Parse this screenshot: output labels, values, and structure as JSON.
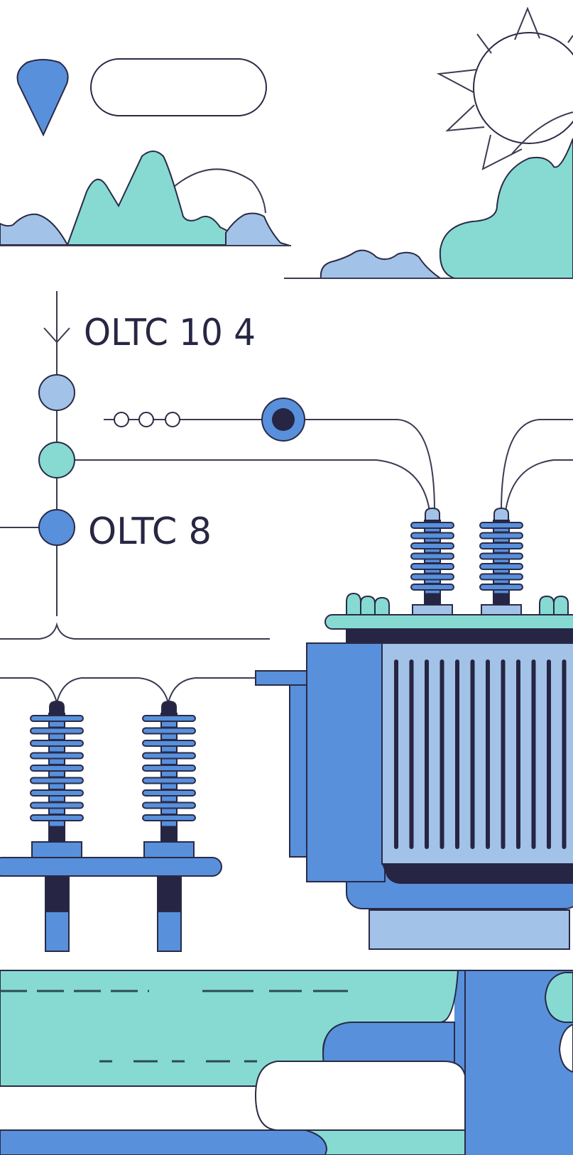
{
  "scene": {
    "title": "Substation transformer with on-load tap changers (OLTC)",
    "labels": {
      "oltc_top": "OLTC 10 4",
      "oltc_middle": "OLTC 8"
    },
    "colors": {
      "navy": "#262543",
      "blue": "#5890dc",
      "light_blue": "#a3c2e8",
      "teal": "#86dad2",
      "outline": "#2a2a46",
      "background": "#ffffff"
    }
  }
}
